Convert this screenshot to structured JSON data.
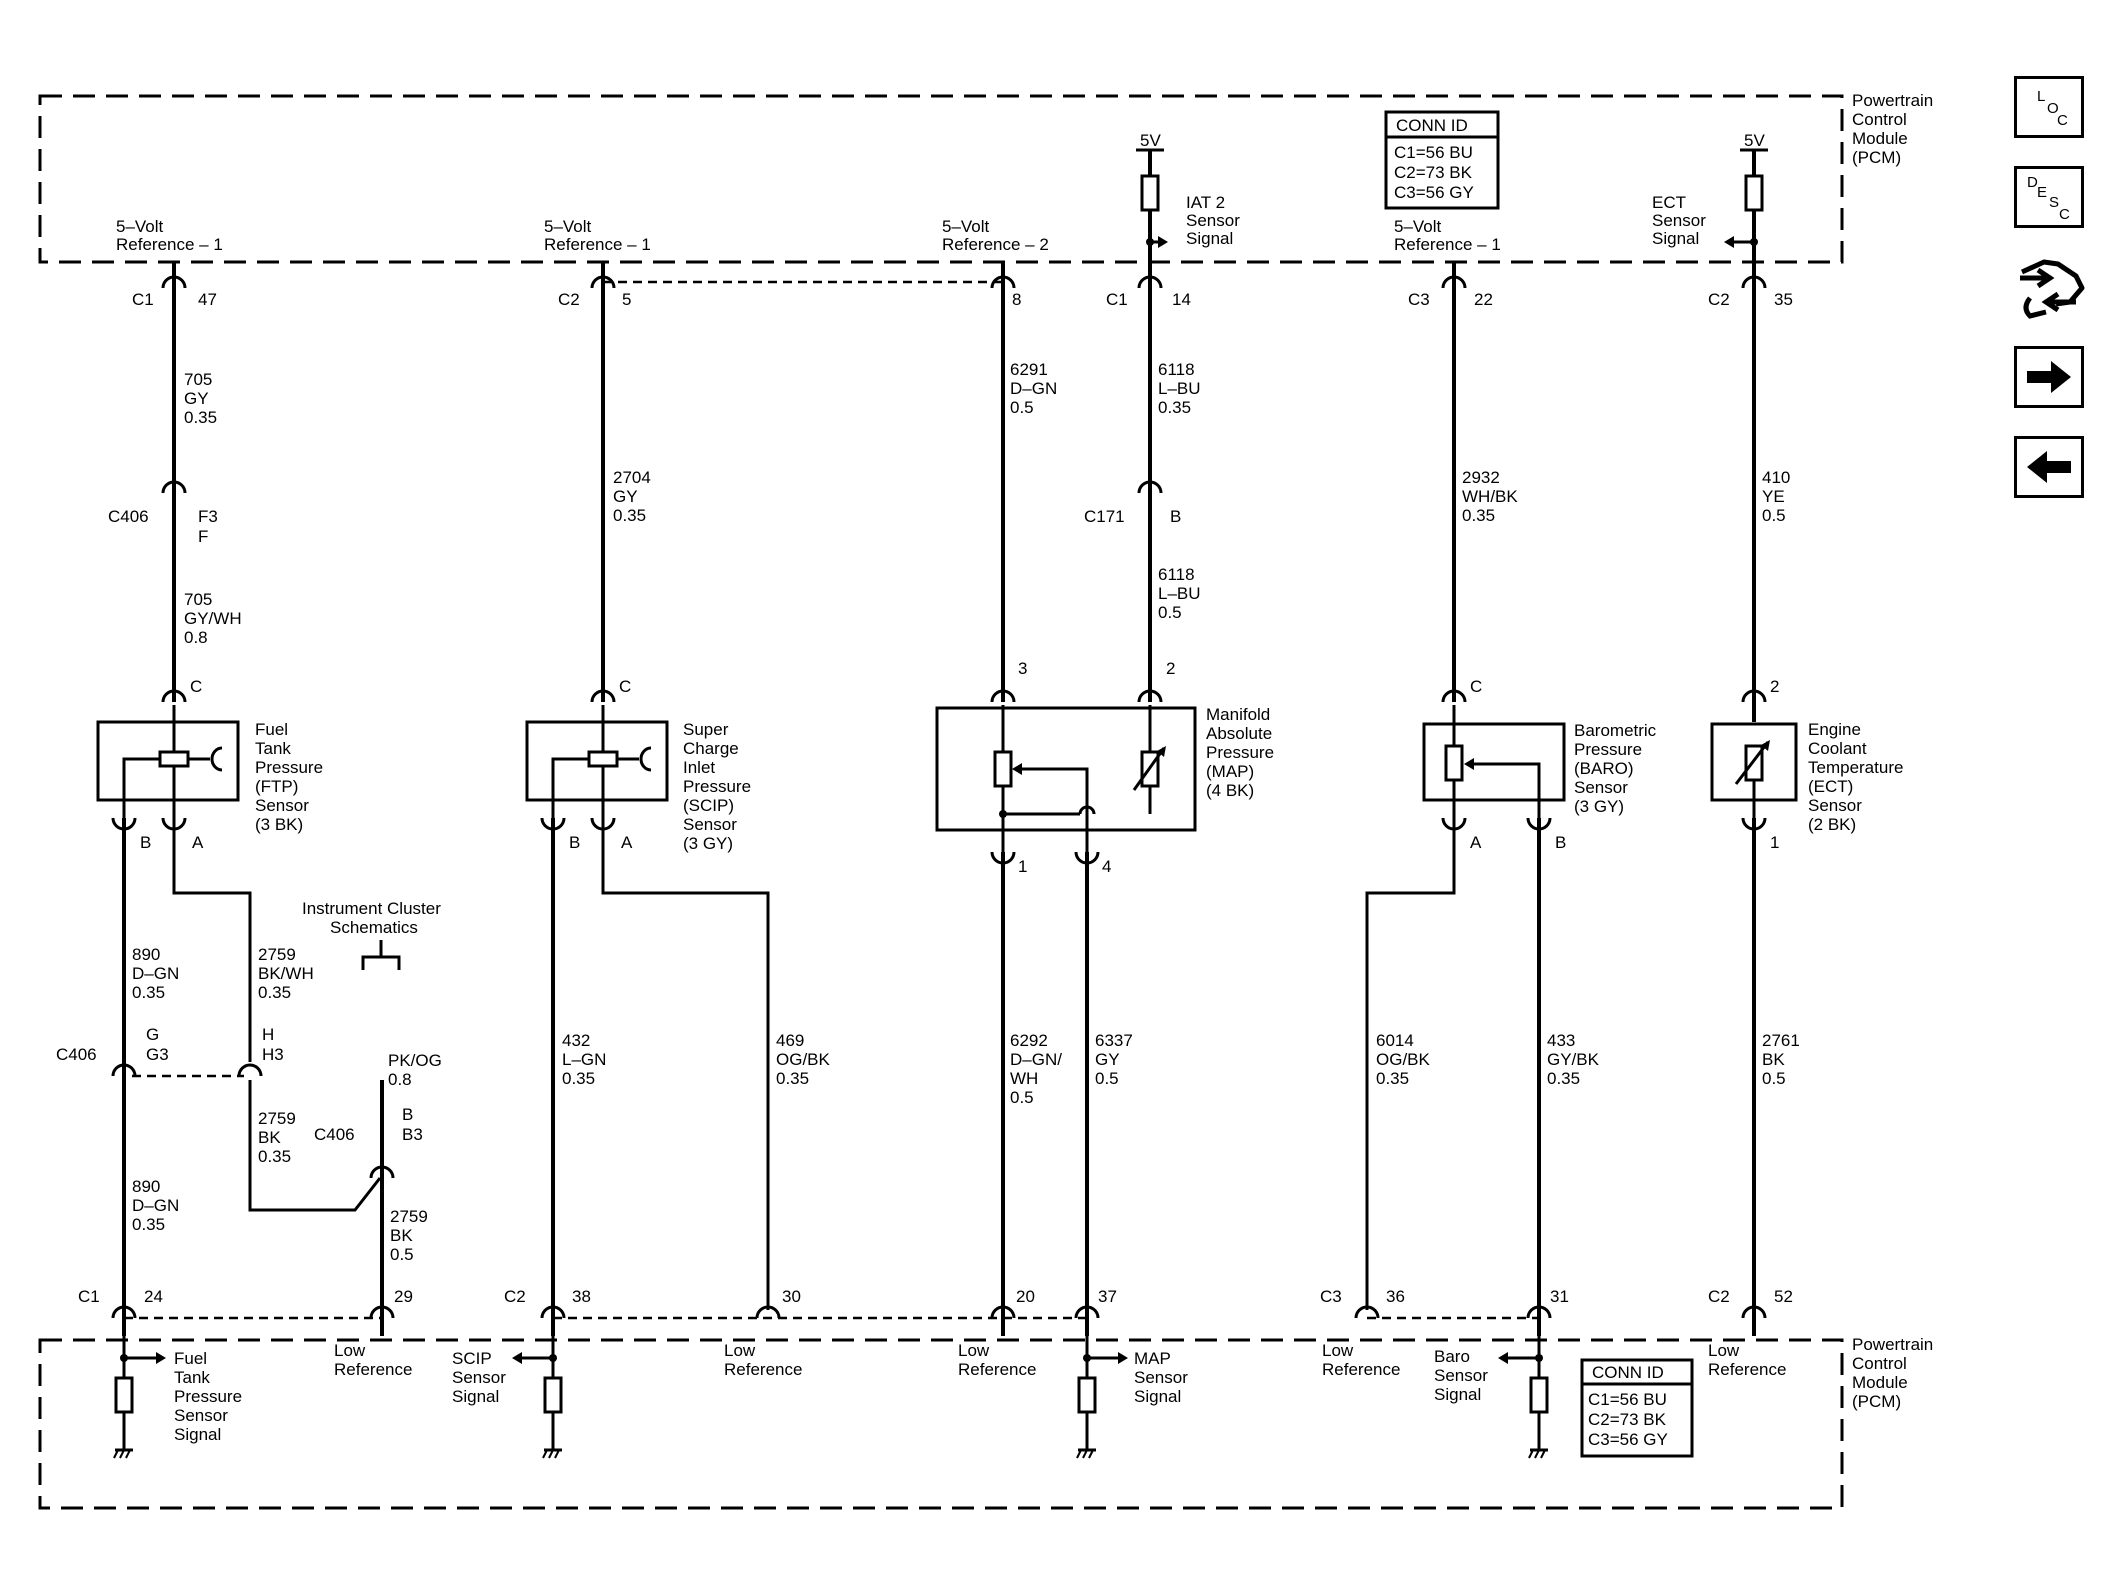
{
  "pcm": {
    "label_lines": [
      "Powertrain",
      "Control",
      "Module",
      "(PCM)"
    ]
  },
  "conn_id": {
    "title": "CONN ID",
    "rows": [
      "C1=56 BU",
      "C2=73 BK",
      "C3=56 GY"
    ]
  },
  "supplies": {
    "iat2": "5V",
    "ect": "5V"
  },
  "top_labels": {
    "ftp_ref": [
      "5–Volt",
      "Reference – 1"
    ],
    "scip_ref": [
      "5–Volt",
      "Reference – 1"
    ],
    "map_ref": [
      "5–Volt",
      "Reference – 2"
    ],
    "iat2": [
      "IAT 2",
      "Sensor",
      "Signal"
    ],
    "baro_ref": [
      "5–Volt",
      "Reference – 1"
    ],
    "ect": [
      "ECT",
      "Sensor",
      "Signal"
    ]
  },
  "top_pins": [
    {
      "conn": "C1",
      "pin": "47"
    },
    {
      "conn": "C2",
      "pin": "5"
    },
    {
      "conn": "",
      "pin": "8"
    },
    {
      "conn": "C1",
      "pin": "14"
    },
    {
      "conn": "C3",
      "pin": "22"
    },
    {
      "conn": "C2",
      "pin": "35"
    }
  ],
  "wires": {
    "w705a": [
      "705",
      "GY",
      "0.35"
    ],
    "w705b": [
      "705",
      "GY/WH",
      "0.8"
    ],
    "w2704": [
      "2704",
      "GY",
      "0.35"
    ],
    "w6291": [
      "6291",
      "D–GN",
      "0.5"
    ],
    "w6118a": [
      "6118",
      "L–BU",
      "0.35"
    ],
    "w6118b": [
      "6118",
      "L–BU",
      "0.5"
    ],
    "w2932": [
      "2932",
      "WH/BK",
      "0.35"
    ],
    "w410": [
      "410",
      "YE",
      "0.5"
    ],
    "w890a": [
      "890",
      "D–GN",
      "0.35"
    ],
    "w2759a": [
      "2759",
      "BK/WH",
      "0.35"
    ],
    "w2759b": [
      "2759",
      "BK",
      "0.35"
    ],
    "w890b": [
      "890",
      "D–GN",
      "0.35"
    ],
    "wpkog": [
      "PK/OG",
      "0.8"
    ],
    "w2759c": [
      "2759",
      "BK",
      "0.5"
    ],
    "w432": [
      "432",
      "L–GN",
      "0.35"
    ],
    "w469": [
      "469",
      "OG/BK",
      "0.35"
    ],
    "w6292": [
      "6292",
      "D–GN/",
      "WH",
      "0.5"
    ],
    "w6337": [
      "6337",
      "GY",
      "0.5"
    ],
    "w6014": [
      "6014",
      "OG/BK",
      "0.35"
    ],
    "w433": [
      "433",
      "GY/BK",
      "0.35"
    ],
    "w2761": [
      "2761",
      "BK",
      "0.5"
    ]
  },
  "inline_connectors": {
    "c406_ftp": {
      "name": "C406",
      "pins": [
        "F3",
        "F"
      ]
    },
    "c171": {
      "name": "C171",
      "pin": "B"
    },
    "c406_g": {
      "name": "C406",
      "pins": [
        "G",
        "G3"
      ]
    },
    "c406_h": {
      "pins": [
        "H",
        "H3"
      ]
    },
    "c406_b": {
      "name": "C406",
      "pins": [
        "B",
        "B3"
      ]
    }
  },
  "instrument_cluster": [
    "Instrument Cluster",
    "Schematics"
  ],
  "sensors": {
    "ftp": {
      "lines": [
        "Fuel",
        "Tank",
        "Pressure",
        "(FTP)",
        "Sensor",
        "(3 BK)"
      ],
      "pin_top": "C",
      "pin_l": "B",
      "pin_r": "A"
    },
    "scip": {
      "lines": [
        "Super",
        "Charge",
        "Inlet",
        "Pressure",
        "(SCIP)",
        "Sensor",
        "(3 GY)"
      ],
      "pin_top": "C",
      "pin_l": "B",
      "pin_r": "A"
    },
    "map": {
      "lines": [
        "Manifold",
        "Absolute",
        "Pressure",
        "(MAP)",
        "(4 BK)"
      ],
      "pin_top_l": "3",
      "pin_top_r": "2",
      "pin_bot_l": "1",
      "pin_bot_r": "4"
    },
    "baro": {
      "lines": [
        "Barometric",
        "Pressure",
        "(BARO)",
        "Sensor",
        "(3 GY)"
      ],
      "pin_top": "C",
      "pin_l": "A",
      "pin_r": "B"
    },
    "ect": {
      "lines": [
        "Engine",
        "Coolant",
        "Temperature",
        "(ECT)",
        "Sensor",
        "(2 BK)"
      ],
      "pin_top": "2",
      "pin_bot": "1"
    }
  },
  "bottom_pins": [
    {
      "conn": "C1",
      "pin": "24"
    },
    {
      "conn": "",
      "pin": "29"
    },
    {
      "conn": "C2",
      "pin": "38"
    },
    {
      "conn": "",
      "pin": "30"
    },
    {
      "conn": "",
      "pin": "20"
    },
    {
      "conn": "",
      "pin": "37"
    },
    {
      "conn": "C3",
      "pin": "36"
    },
    {
      "conn": "",
      "pin": "31"
    },
    {
      "conn": "C2",
      "pin": "52"
    }
  ],
  "bottom_labels": {
    "ftp_sig": [
      "Fuel",
      "Tank",
      "Pressure",
      "Sensor",
      "Signal"
    ],
    "low_ref_1": [
      "Low",
      "Reference"
    ],
    "scip_sig": [
      "SCIP",
      "Sensor",
      "Signal"
    ],
    "low_ref_2": [
      "Low",
      "Reference"
    ],
    "low_ref_3": [
      "Low",
      "Reference"
    ],
    "map_sig": [
      "MAP",
      "Sensor",
      "Signal"
    ],
    "low_ref_4": [
      "Low",
      "Reference"
    ],
    "baro_sig": [
      "Baro",
      "Sensor",
      "Signal"
    ],
    "low_ref_5": [
      "Low",
      "Reference"
    ]
  },
  "nav": {
    "loc": [
      "L",
      "O",
      "C"
    ],
    "desc": [
      "D",
      "E",
      "S",
      "C"
    ]
  }
}
